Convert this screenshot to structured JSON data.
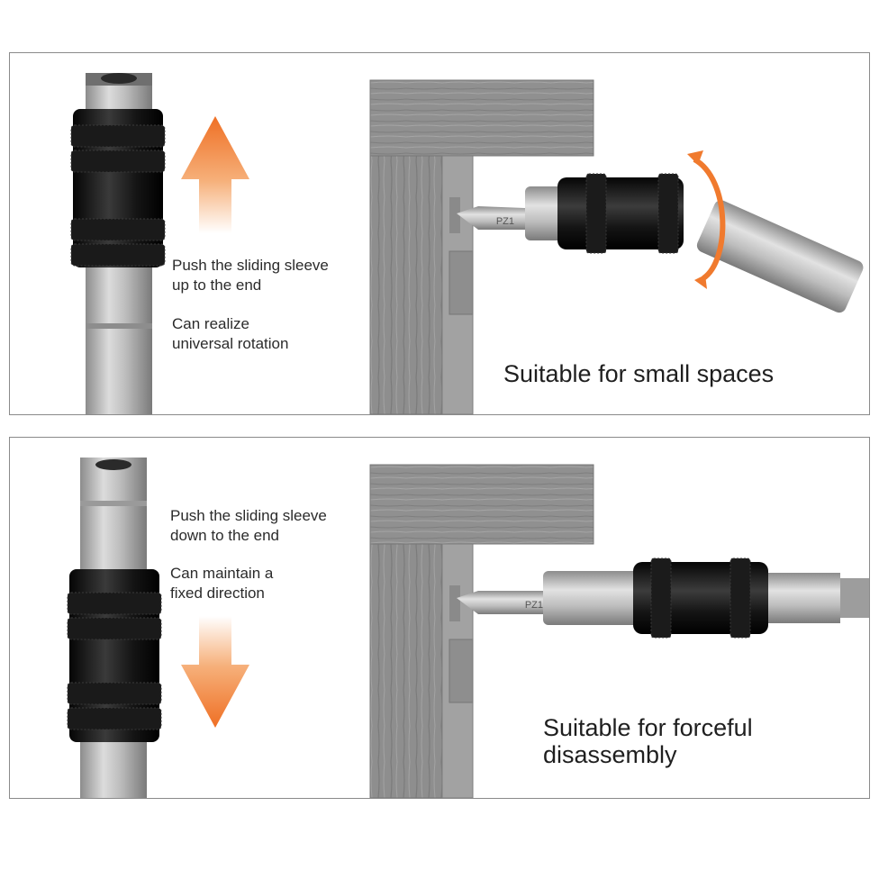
{
  "panel_top": {
    "instruction": "Push the sliding sleeve",
    "instruction_2": "up to the end",
    "effect": "Can realize",
    "effect_2": "universal rotation",
    "caption": "Suitable for small spaces",
    "bit_label": "PZ1",
    "arrow_direction": "up"
  },
  "panel_bottom": {
    "instruction": "Push the sliding sleeve",
    "instruction_2": "down to the end",
    "effect": "Can maintain a",
    "effect_2": "fixed direction",
    "caption": "Suitable for forceful",
    "caption_2": "disassembly",
    "bit_label": "PZ1",
    "arrow_direction": "down"
  },
  "colors": {
    "arrow": "#f07a2e",
    "sleeve": "#121212",
    "steel": "#bdbdbd",
    "wood": "#8f8f8f",
    "rotation_arrow": "#f07a2e"
  }
}
